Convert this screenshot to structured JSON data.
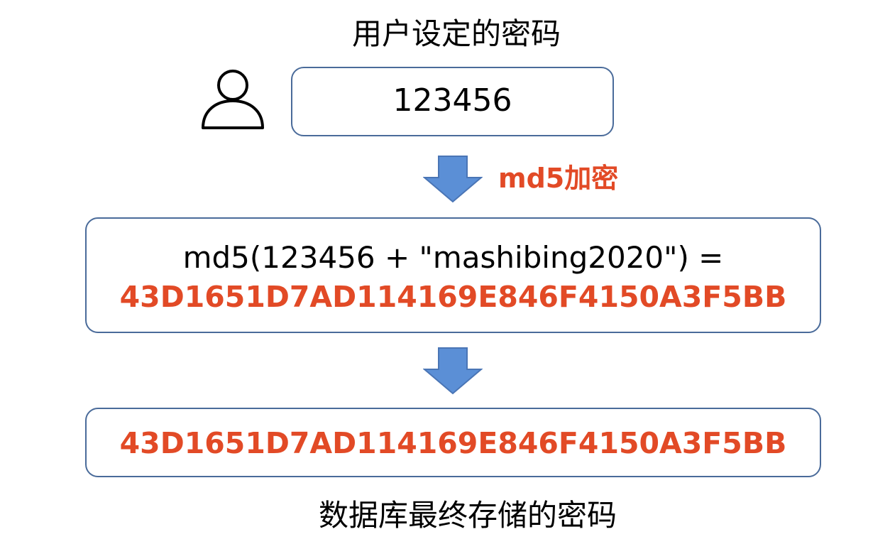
{
  "top_caption": "用户设定的密码",
  "user_password": "123456",
  "encrypt_label": "md5加密",
  "formula": "md5(123456 + \"mashibing2020\") =",
  "hash_value": "43D1651D7AD114169E846F4150A3F5BB",
  "stored_hash": "43D1651D7AD114169E846F4150A3F5BB",
  "bottom_caption": "数据库最终存储的密码",
  "icons": [
    "user-icon",
    "down-arrow-icon",
    "down-arrow-icon"
  ],
  "colors": {
    "accent": "#e24a26",
    "arrow_fill": "#5b8fd6",
    "box_border": "#4a6b9a"
  }
}
